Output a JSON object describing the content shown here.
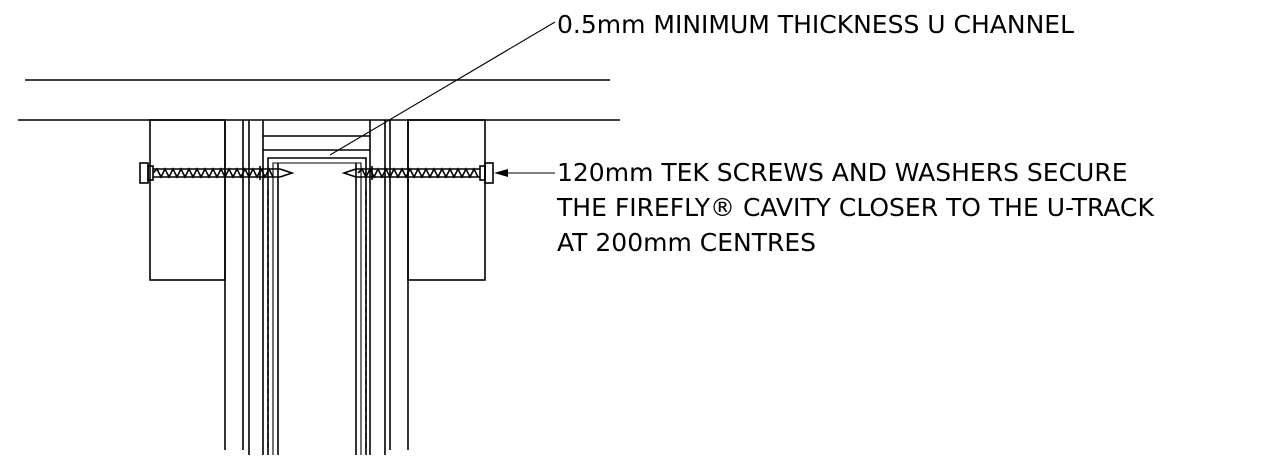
{
  "annotations": {
    "u_channel": "0.5mm MINIMUM THICKNESS U CHANNEL",
    "screws_line1": "120mm TEK SCREWS AND WASHERS SECURE",
    "screws_line2": "THE FIREFLY® CAVITY CLOSER TO THE U-TRACK",
    "screws_line3": "AT 200mm CENTRES"
  },
  "colors": {
    "line": "#000000",
    "background": "#ffffff"
  }
}
